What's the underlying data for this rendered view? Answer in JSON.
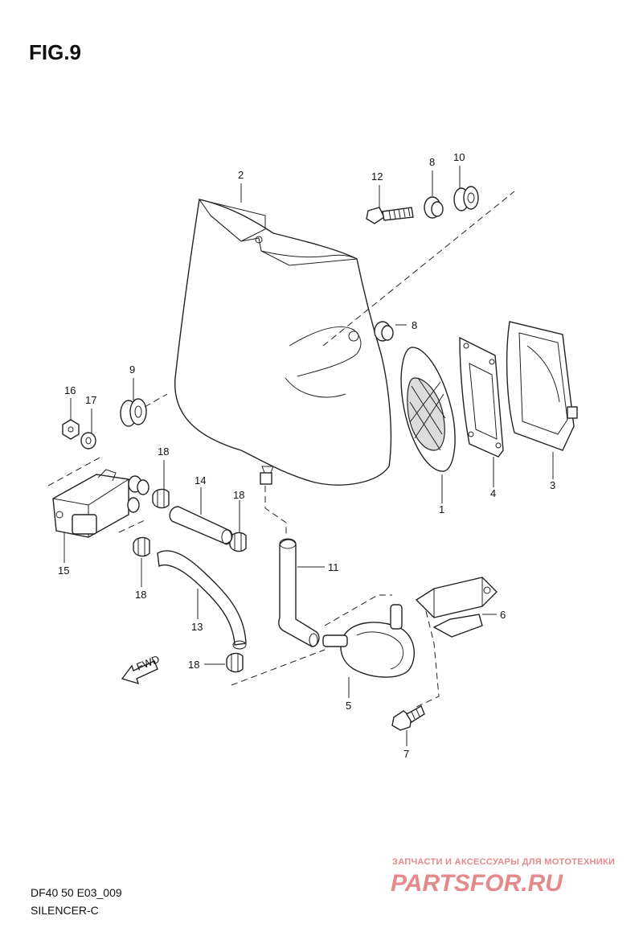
{
  "figure": {
    "title": "FIG.9"
  },
  "footer": {
    "model_code": "DF40 50 E03_009",
    "section_name": "SILENCER-C"
  },
  "watermark": {
    "tagline": "ЗАПЧАСТИ И АКСЕССУАРЫ ДЛЯ МОТОТЕХНИКИ",
    "logo_text": "PARTSFOR.RU",
    "color": "#e48a8a"
  },
  "fwd_arrow": {
    "label": "FWD"
  },
  "callouts": {
    "c1": "1",
    "c2": "2",
    "c3": "3",
    "c4": "4",
    "c5": "5",
    "c6": "6",
    "c7": "7",
    "c8a": "8",
    "c8b": "8",
    "c9": "9",
    "c10": "10",
    "c11": "11",
    "c12": "12",
    "c13": "13",
    "c14": "14",
    "c15": "15",
    "c16": "16",
    "c17": "17",
    "c18a": "18",
    "c18b": "18",
    "c18c": "18",
    "c18d": "18"
  },
  "icons": {
    "fwd": "arrow-left-icon"
  }
}
